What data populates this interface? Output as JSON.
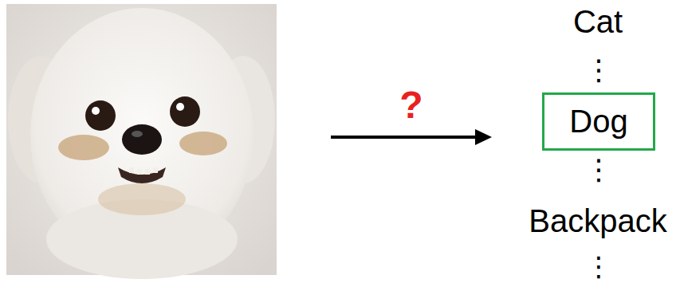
{
  "diagram": {
    "nodes": [
      {
        "text": [
          "Dog"
        ]
      }
    ],
    "labels": [
      "?",
      "Cat",
      "⋮",
      "⋮",
      "Backpack",
      "⋮"
    ]
  }
}
